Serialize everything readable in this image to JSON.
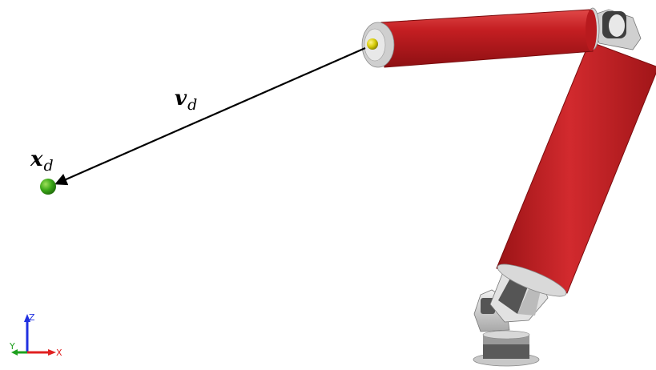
{
  "labels": {
    "velocity": {
      "symbol": "v",
      "sub": "d"
    },
    "target": {
      "symbol": "x",
      "sub": "d"
    }
  },
  "triad": {
    "z": "Z",
    "y": "Y",
    "x": "X"
  },
  "colors": {
    "link_red": "#c41e22",
    "target_sphere": "#3aa617",
    "end_effector_sphere": "#d8cd0a",
    "axis_x": "#e02020",
    "axis_y": "#1ea01e",
    "axis_z": "#2030e0"
  }
}
